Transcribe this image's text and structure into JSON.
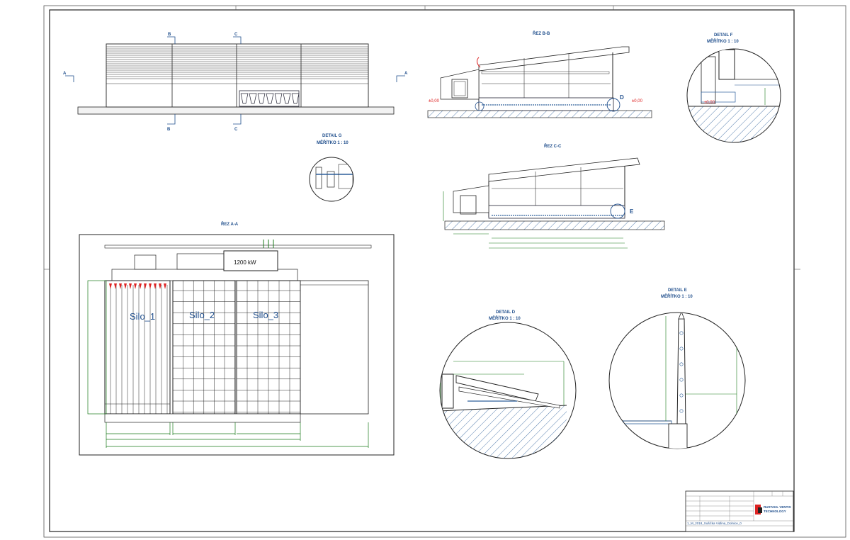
{
  "sections": {
    "bb_title": "ŘEZ B-B",
    "cc_title": "ŘEZ C-C",
    "aa_title": "ŘEZ A-A"
  },
  "details": {
    "g_title": "DETAIL G",
    "g_scale": "MĚŘÍTKO 1 : 10",
    "f_title": "DETAIL F",
    "f_scale": "MĚŘÍTKO 1 : 10",
    "d_title": "DETAIL D",
    "d_scale": "MĚŘÍTKO 1 : 10",
    "e_title": "DETAIL E",
    "e_scale": "MĚŘÍTKO 1 : 10"
  },
  "markers": {
    "a": "A",
    "b": "B",
    "c": "C",
    "d": "D",
    "e": "E",
    "level_zero": "±0,00"
  },
  "plan": {
    "power_label": "1200 kW",
    "silo1": "Silo_1",
    "silo2": "Silo_2",
    "silo3": "Silo_3"
  },
  "titleblock": {
    "project_line": "1_M_2018_Sušička Vidlina_Dolnice_0",
    "company_line1": "RUSTAHL VENTIS",
    "company_line2": "TECHNOLOGY"
  },
  "colors": {
    "line": "#1b1b1b",
    "hatch": "#2d5f9a",
    "dimension": "#1a7a1a",
    "label": "#1f4e8c",
    "arrow": "#dd2222"
  }
}
